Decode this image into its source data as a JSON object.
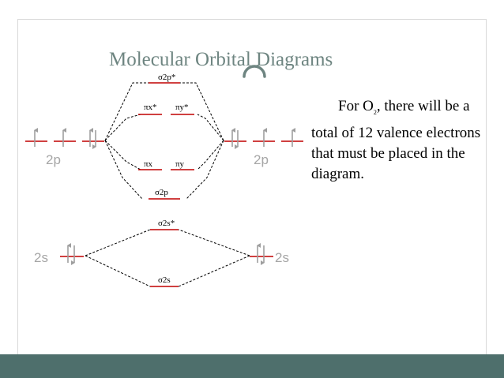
{
  "slide": {
    "title": "Molecular Orbital Diagrams",
    "text_lead": "For O",
    "text_sub": "2",
    "text_rest": ", there will be a total of 12 valence electrons that must be placed in the diagram.",
    "colors": {
      "title": "#6e8581",
      "level": "#c00000",
      "arrow": "#9e9e9e",
      "label": "#a6a6a6",
      "bar": "#4e6f6c"
    }
  },
  "diagram": {
    "atomic_labels": {
      "left_2p": "2p",
      "right_2p": "2p",
      "left_2s": "2s",
      "right_2s": "2s"
    },
    "mo_labels": {
      "sigma_2p_star": "σ2p*",
      "pi_x_star": "πx*",
      "pi_y_star": "πy*",
      "pi_x": "πx",
      "pi_y": "πy",
      "sigma_2p": "σ2p",
      "sigma_2s_star": "σ2s*",
      "sigma_2s": "σ2s"
    }
  }
}
